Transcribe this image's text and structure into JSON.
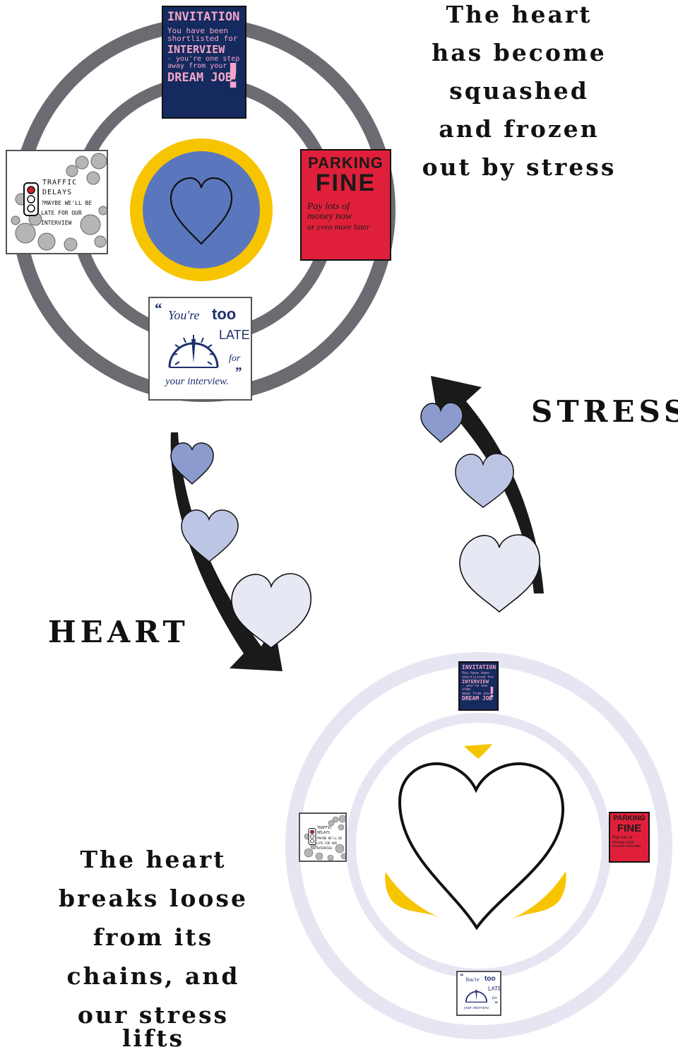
{
  "captions": {
    "top_right": [
      "The heart",
      "has become",
      "squashed",
      "and frozen",
      "out by stress"
    ],
    "bottom_left": [
      "The heart",
      "breaks loose",
      "from its",
      "chains, and",
      "our stress lifts"
    ],
    "stress_label": "STRESS",
    "heart_label": "HEART"
  },
  "cards": {
    "invitation": {
      "title": "INVITATION",
      "body": [
        "You have been",
        "shortlisted for"
      ],
      "keyword": "INTERVIEW",
      "tail": [
        "- you're one step",
        "away from your"
      ],
      "highlight": "DREAM JOB",
      "mark": "!"
    },
    "parking": {
      "line1": "PARKING",
      "line2": "FINE",
      "scrawl": [
        "Pay lots of",
        "money now",
        "or even more later"
      ]
    },
    "traffic": {
      "line1": "TRAFFIC",
      "line2": "DELAYS",
      "line3": "?MAYBE WE'LL BE",
      "line4": "LATE FOR OUR",
      "line5": "INTERVIEW"
    },
    "late": {
      "open_quote": "“",
      "you": "You're",
      "too": "too",
      "late": "LATE",
      "for": "for",
      "close_quote": "”",
      "tail": "your interview."
    }
  },
  "colors": {
    "ring_dark": "#6b6b72",
    "ring_light": "#e6e6f3",
    "heart_fill": "#5a77bd",
    "halo": "#f7c400",
    "small_heart_1": "#8b9bcd",
    "small_heart_2": "#bcc6e4",
    "small_heart_3": "#e6e8f4",
    "arrow": "#1a1a1a"
  },
  "icons": [
    "heart-icon",
    "traffic-light-icon",
    "clock-gauge-icon",
    "curved-arrow-icon"
  ]
}
